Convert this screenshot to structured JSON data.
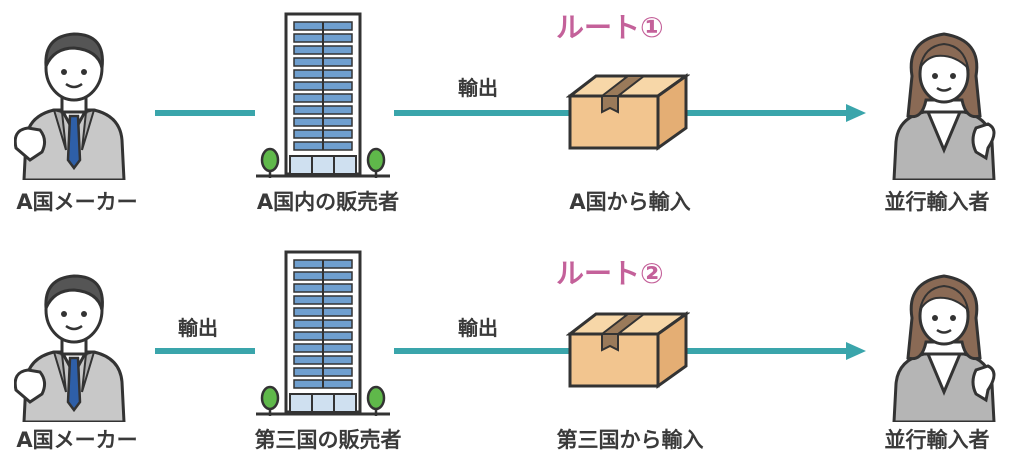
{
  "routes": [
    {
      "title": "ルート①",
      "manufacturer": "A国メーカー",
      "seller": "A国内の販売者",
      "import_label": "A国から輸入",
      "importer": "並行輸入者",
      "export_label_1": "",
      "export_label_2": "輸出"
    },
    {
      "title": "ルート②",
      "manufacturer": "A国メーカー",
      "seller": "第三国の販売者",
      "import_label": "第三国から輸入",
      "importer": "並行輸入者",
      "export_label_1": "輸出",
      "export_label_2": "輸出"
    }
  ],
  "colors": {
    "line": "#3aa5ab",
    "route_title": "#c4619a",
    "text": "#3a3a3a",
    "building_window": "#6f9fcf",
    "box": "#f2c58f"
  },
  "icons": {
    "manufacturer": "businessman-icon",
    "seller": "office-building-icon",
    "goods": "cardboard-box-icon",
    "importer": "businesswoman-icon"
  }
}
